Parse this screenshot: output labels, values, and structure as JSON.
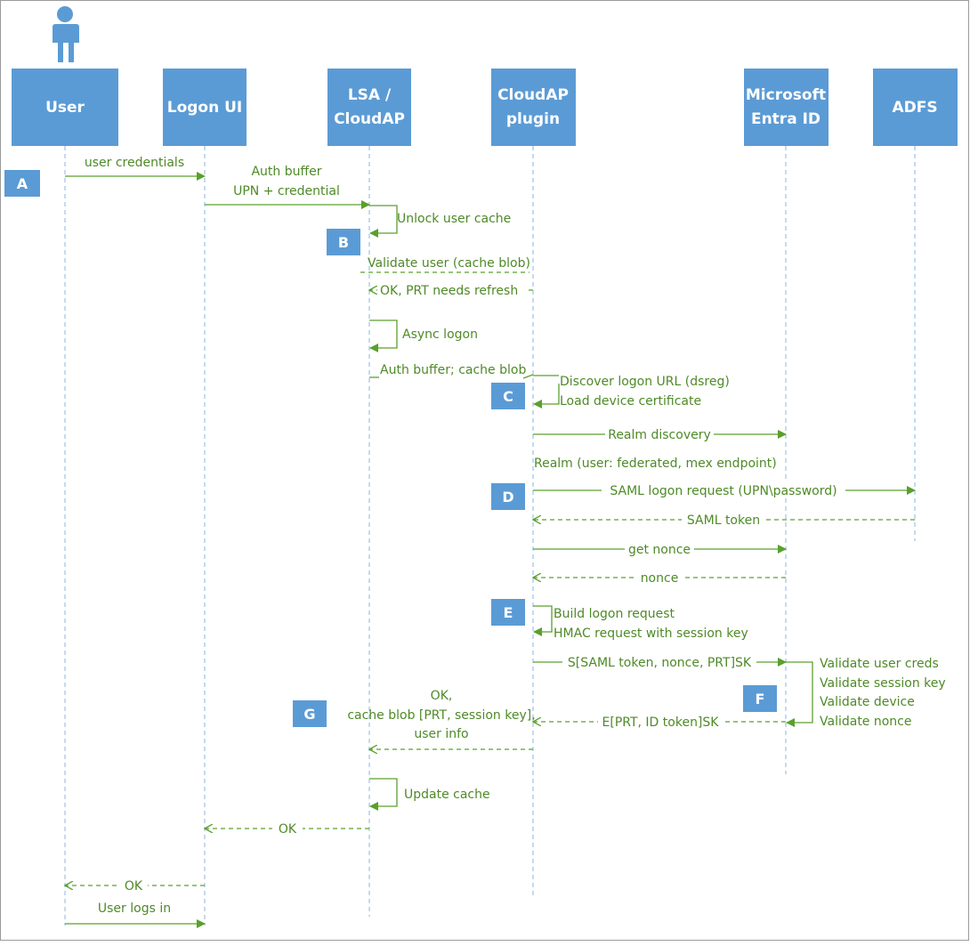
{
  "colors": {
    "participant_fill": "#5b9bd5",
    "arrow": "#5aa02c",
    "label": "#4e8a27",
    "lifeline": "#9dc3e6",
    "frame": "#9a9a9a"
  },
  "actor_icon": "person-icon",
  "participants": [
    {
      "id": "user",
      "lines": [
        "User"
      ]
    },
    {
      "id": "logon-ui",
      "lines": [
        "Logon UI"
      ]
    },
    {
      "id": "lsa",
      "lines": [
        "LSA /",
        "CloudAP"
      ]
    },
    {
      "id": "cloudap-plugin",
      "lines": [
        "CloudAP",
        "plugin"
      ]
    },
    {
      "id": "entra",
      "lines": [
        "Microsoft",
        "Entra ID"
      ]
    },
    {
      "id": "adfs",
      "lines": [
        "ADFS"
      ]
    }
  ],
  "badges": [
    "A",
    "B",
    "C",
    "D",
    "E",
    "F",
    "G"
  ],
  "messages": [
    {
      "lines": [
        "user credentials"
      ]
    },
    {
      "lines": [
        "Auth buffer",
        "UPN + credential"
      ]
    },
    {
      "lines": [
        "Unlock user cache"
      ]
    },
    {
      "lines": [
        "Validate user (cache blob)"
      ]
    },
    {
      "lines": [
        "OK, PRT needs refresh"
      ]
    },
    {
      "lines": [
        "Async logon"
      ]
    },
    {
      "lines": [
        "Auth buffer; cache blob"
      ]
    },
    {
      "lines": [
        "Discover logon URL (dsreg)"
      ]
    },
    {
      "lines": [
        "Load device certificate"
      ]
    },
    {
      "lines": [
        "Realm discovery"
      ]
    },
    {
      "lines": [
        "Realm (user: federated, mex endpoint)"
      ]
    },
    {
      "lines": [
        "SAML logon request (UPN\\password)"
      ]
    },
    {
      "lines": [
        "SAML token"
      ]
    },
    {
      "lines": [
        "get nonce"
      ]
    },
    {
      "lines": [
        "nonce"
      ]
    },
    {
      "lines": [
        "Build logon request"
      ]
    },
    {
      "lines": [
        "HMAC request with session key"
      ]
    },
    {
      "lines": [
        "S[SAML token, nonce, PRT]SK"
      ]
    },
    {
      "lines": [
        "Validate user creds",
        "Validate session key",
        "Validate device",
        "Validate nonce"
      ]
    },
    {
      "lines": [
        "E[PRT, ID token]SK"
      ]
    },
    {
      "lines": [
        "OK,",
        "cache blob [PRT, session key],",
        "user info"
      ]
    },
    {
      "lines": [
        "Update cache"
      ]
    },
    {
      "lines": [
        "OK"
      ]
    },
    {
      "lines": [
        "OK"
      ]
    },
    {
      "lines": [
        "User logs in"
      ]
    }
  ]
}
